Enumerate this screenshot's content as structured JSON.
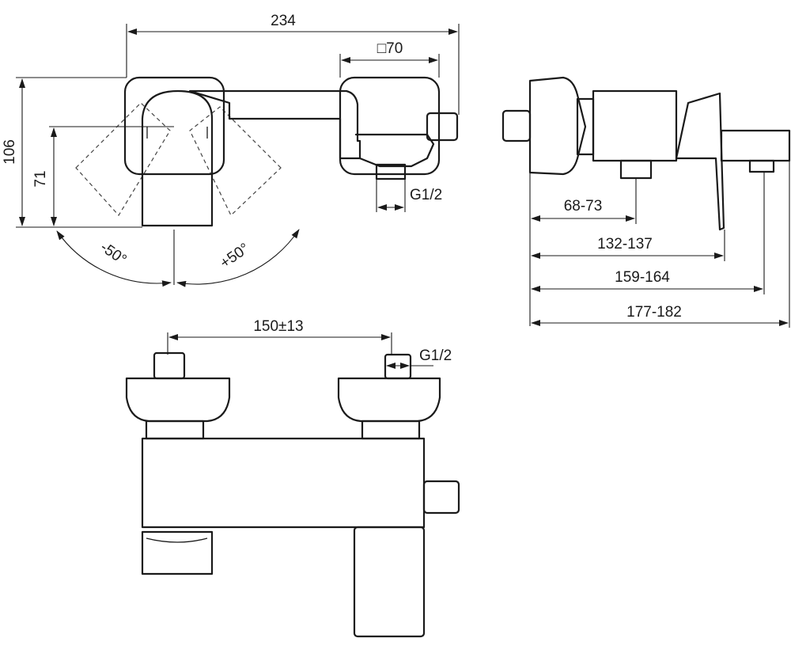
{
  "dimensions": {
    "overall_width": "234",
    "handle_square": "□70",
    "height_total": "106",
    "height_axis": "71",
    "thread_top": "G1/2",
    "angle_left": "-50°",
    "angle_right": "+50°",
    "depth_1": "68-73",
    "depth_2": "132-137",
    "depth_3": "159-164",
    "depth_4": "177-182",
    "centers": "150±13",
    "thread_bottom": "G1/2"
  }
}
